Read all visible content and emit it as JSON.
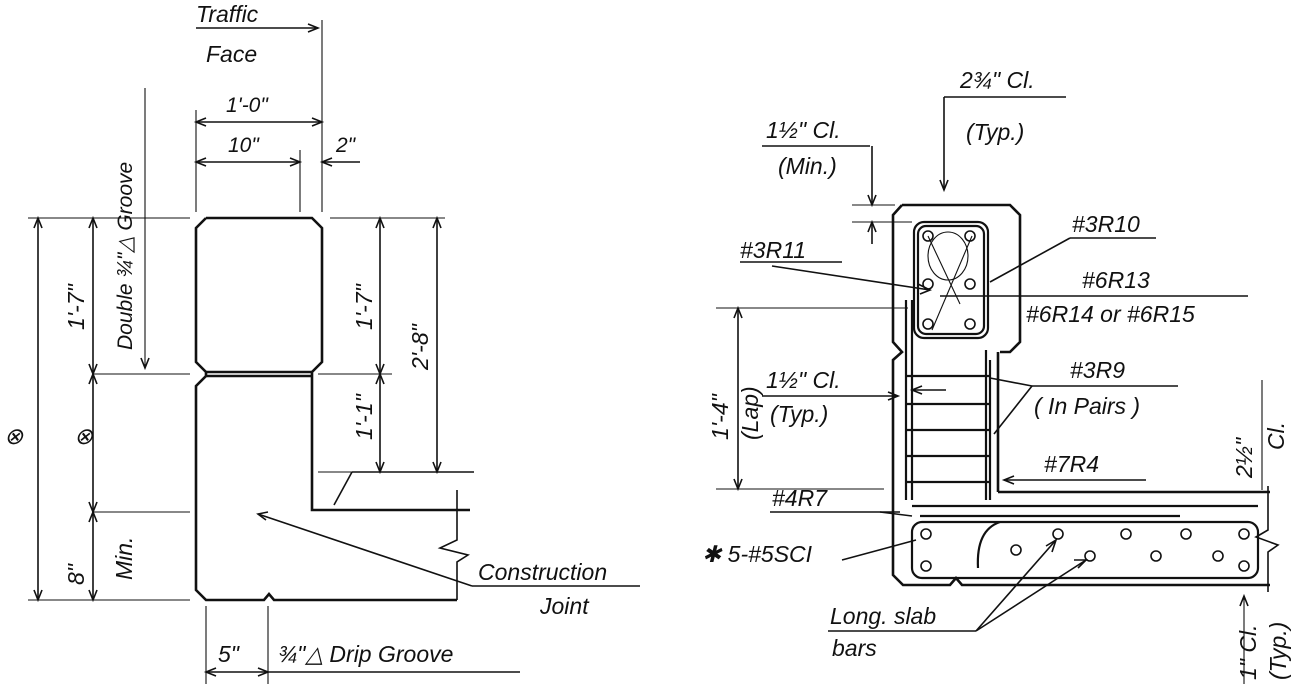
{
  "left_section": {
    "traffic_face": [
      "Traffic",
      "Face"
    ],
    "dim_top_overall": "1'-0\"",
    "dim_top_inner": "10\"",
    "dim_offset": "2\"",
    "groove_note": "Double ¾\"△ Groove",
    "dim_outer_upper": "1'-7\"",
    "dim_right_upper": "1'-7\"",
    "dim_right_total": "2'-8\"",
    "dim_right_lower": "1'-1\"",
    "dim_min": "8\"",
    "min_label": "Min.",
    "symbol_outer": "⊗",
    "symbol_inner": "⊗",
    "construction_joint": [
      "Construction",
      "Joint"
    ],
    "dim_bottom": "5\"",
    "drip_groove": "¾\"△ Drip Groove"
  },
  "right_section": {
    "top_cover": "2¾\" Cl.",
    "top_cover_typ": "(Typ.)",
    "min_cover": "1½\" Cl.",
    "min_cover_note": "(Min.)",
    "bar_3r10": "#3R10",
    "bar_3r11": "#3R11",
    "bar_6r13": "#6R13",
    "bar_6r14_15": "#6R14 or #6R15",
    "lap_dim": "1'-4\"",
    "lap_label": "(Lap)",
    "side_cover": "1½\" Cl.",
    "side_cover_typ": "(Typ.)",
    "bar_3r9": "#3R9",
    "bar_3r9_note": "( In Pairs )",
    "right_cover": "2½\"",
    "right_cover_cl": "Cl.",
    "bar_7r4": "#7R4",
    "bar_4r7": "#4R7",
    "bar_5sc1": "✱ 5-#5SCI",
    "long_slab": [
      "Long. slab",
      "bars"
    ],
    "bottom_cover": "1\" Cl.",
    "bottom_cover_typ": "(Typ.)"
  }
}
